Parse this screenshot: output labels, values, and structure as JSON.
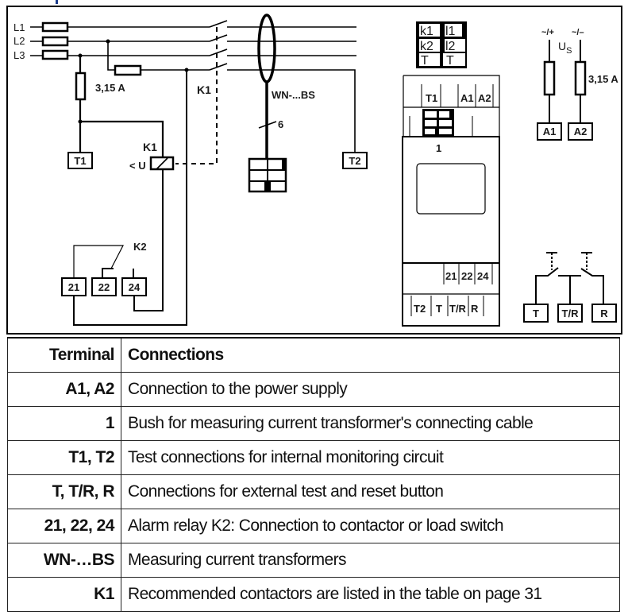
{
  "diagram": {
    "phases": [
      "L1",
      "L2",
      "L3"
    ],
    "fuse_rating_left": "3,15 A",
    "fuse_rating_right": "3,15 A",
    "contactor_label": "K1",
    "contactor_coil_label": "K1",
    "undervoltage_label": "< U",
    "transformer_label": "WN-...BS",
    "cable_conductors": "6",
    "alarm_relay_label": "K2",
    "terminals": {
      "t1": "T1",
      "t2": "T2",
      "r21": "21",
      "r22": "22",
      "r24": "24",
      "a1": "A1",
      "a2": "A2",
      "test": "T",
      "test_reset": "T/R",
      "reset": "R"
    },
    "supply": {
      "plus": "~/+",
      "minus": "~/–",
      "us_main": "U",
      "us_sub": "S"
    },
    "legend_grid": [
      "k1",
      "l1",
      "k2",
      "l2",
      "T",
      "T"
    ],
    "device": {
      "top_terminals": [
        "T1",
        "A1",
        "A2"
      ],
      "bush_label": "1",
      "relay_terminals": [
        "21",
        "22",
        "24"
      ],
      "bottom_terminals": [
        "T2",
        "T",
        "T/R",
        "R"
      ]
    }
  },
  "table": {
    "header": {
      "terminal": "Terminal",
      "connections": "Connections"
    },
    "rows": [
      {
        "terminal": "A1, A2",
        "description": "Connection to the power supply"
      },
      {
        "terminal": "1",
        "description": "Bush for measuring current transformer's connecting cable"
      },
      {
        "terminal": "T1, T2",
        "description": "Test connections for internal monitoring circuit"
      },
      {
        "terminal": "T, T/R, R",
        "description": "Connections for external test and reset button"
      },
      {
        "terminal": "21, 22, 24",
        "description": "Alarm relay K2: Connection to contactor or load switch"
      },
      {
        "terminal": "WN-…BS",
        "description": "Measuring current transformers"
      },
      {
        "terminal": "K1",
        "description": "Recommended contactors are listed in the table on page 31"
      }
    ]
  }
}
